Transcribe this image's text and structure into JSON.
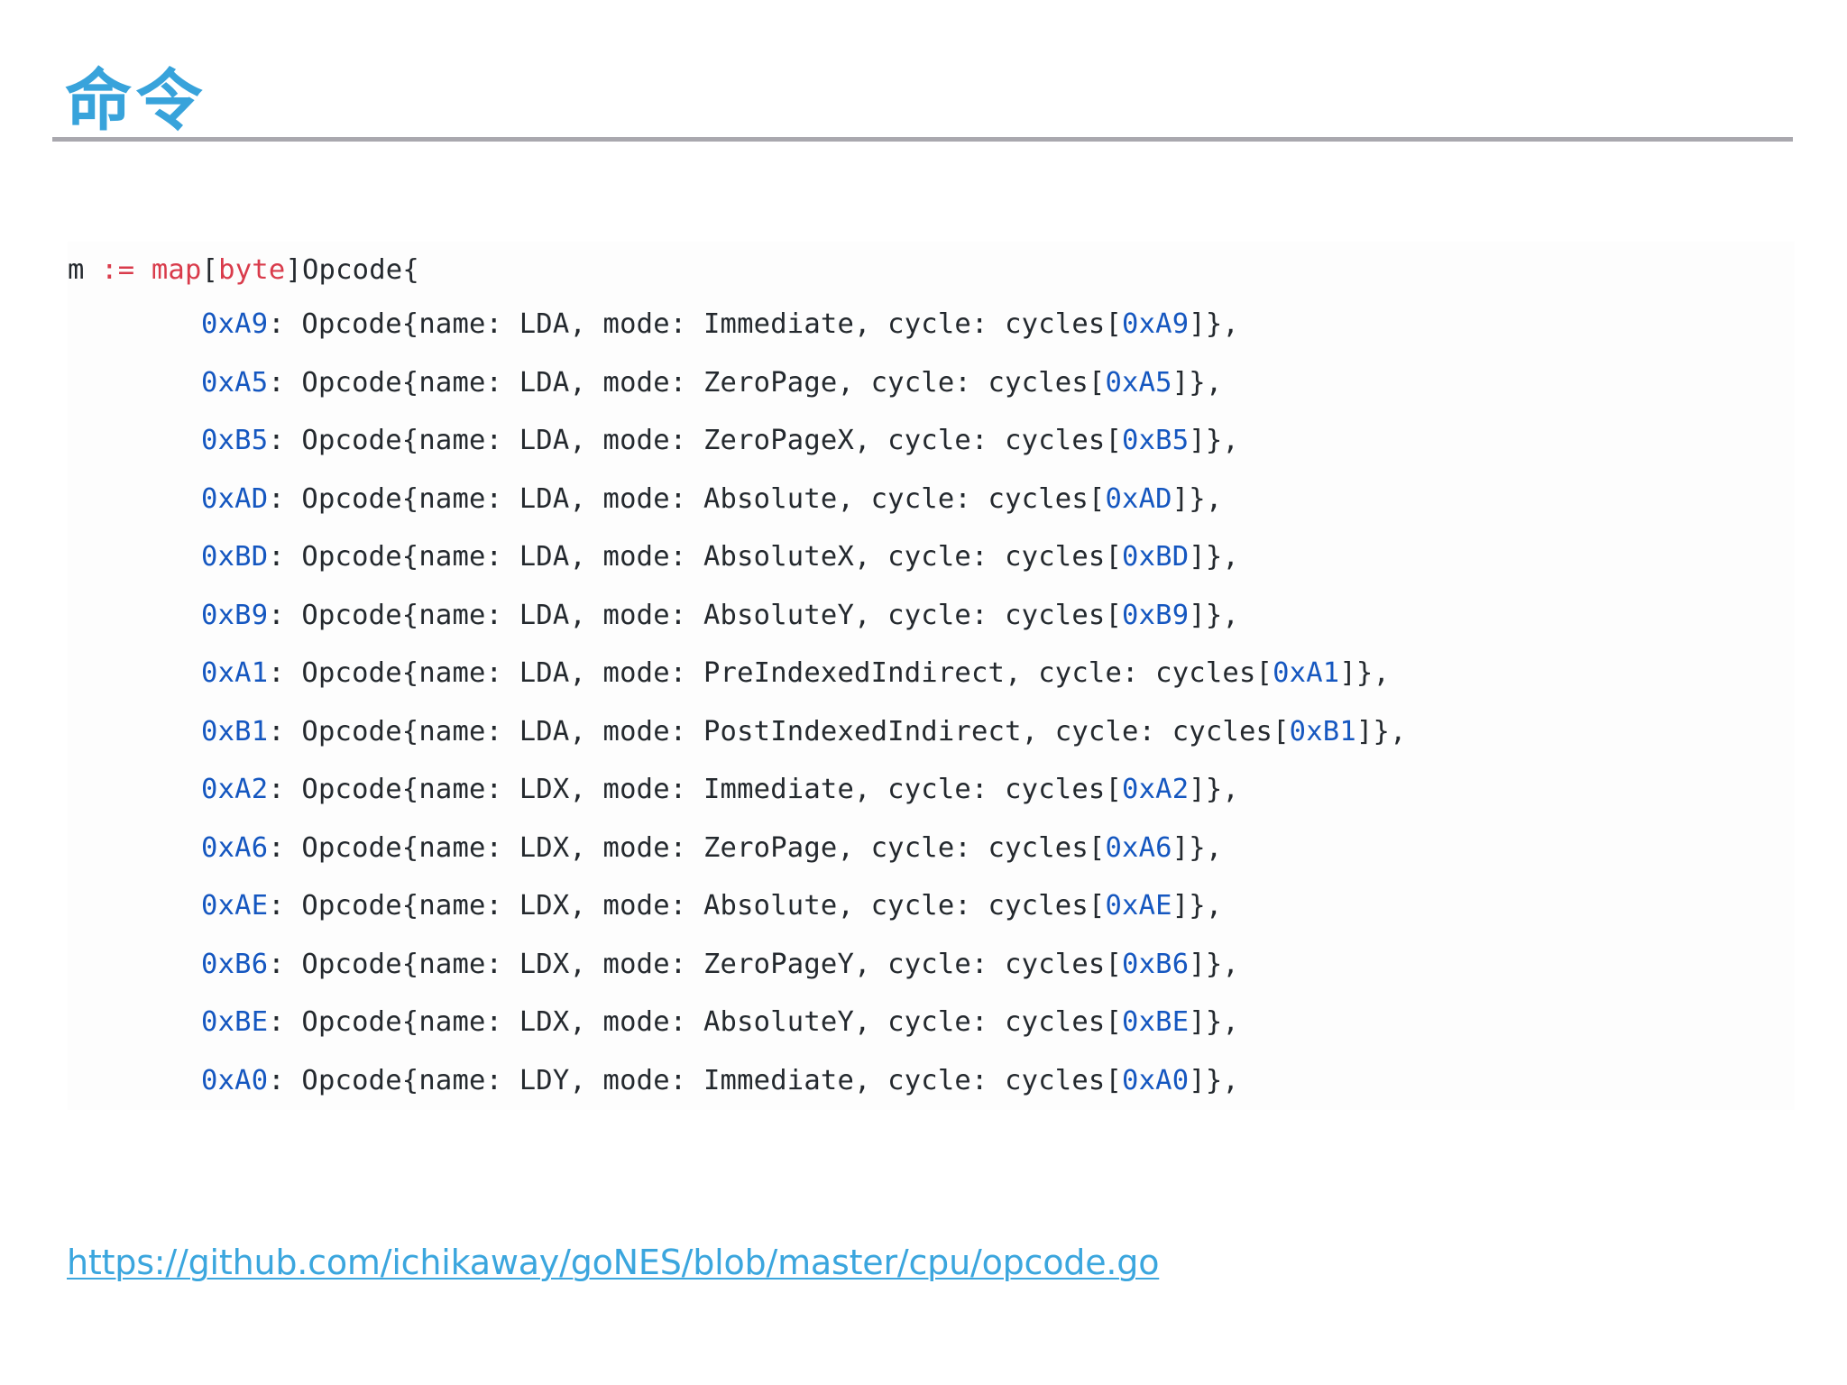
{
  "slide": {
    "title": "命令",
    "title_color": "#38a3db",
    "divider_color": "#a9a8ae",
    "background": "#ffffff"
  },
  "code": {
    "background": "#fdfdfd",
    "default_color": "#24292e",
    "keyword_color": "#d93b4b",
    "hex_color": "#1557c0",
    "header": {
      "var": "m",
      "assign": " := ",
      "map_kw": "map",
      "bracket_open": "[",
      "key_type": "byte",
      "bracket_close": "]",
      "value_type": "Opcode{"
    },
    "entry_prefix": ": Opcode{name: ",
    "mode_label": ", mode: ",
    "cycle_label": ", cycle: cycles[",
    "entry_suffix": "]},",
    "entries": [
      {
        "hex": "0xA9",
        "name": "LDA",
        "mode": "Immediate",
        "cycle_ref": "0xA9"
      },
      {
        "hex": "0xA5",
        "name": "LDA",
        "mode": "ZeroPage",
        "cycle_ref": "0xA5"
      },
      {
        "hex": "0xB5",
        "name": "LDA",
        "mode": "ZeroPageX",
        "cycle_ref": "0xB5"
      },
      {
        "hex": "0xAD",
        "name": "LDA",
        "mode": "Absolute",
        "cycle_ref": "0xAD"
      },
      {
        "hex": "0xBD",
        "name": "LDA",
        "mode": "AbsoluteX",
        "cycle_ref": "0xBD"
      },
      {
        "hex": "0xB9",
        "name": "LDA",
        "mode": "AbsoluteY",
        "cycle_ref": "0xB9"
      },
      {
        "hex": "0xA1",
        "name": "LDA",
        "mode": "PreIndexedIndirect",
        "cycle_ref": "0xA1"
      },
      {
        "hex": "0xB1",
        "name": "LDA",
        "mode": "PostIndexedIndirect",
        "cycle_ref": "0xB1"
      },
      {
        "hex": "0xA2",
        "name": "LDX",
        "mode": "Immediate",
        "cycle_ref": "0xA2"
      },
      {
        "hex": "0xA6",
        "name": "LDX",
        "mode": "ZeroPage",
        "cycle_ref": "0xA6"
      },
      {
        "hex": "0xAE",
        "name": "LDX",
        "mode": "Absolute",
        "cycle_ref": "0xAE"
      },
      {
        "hex": "0xB6",
        "name": "LDX",
        "mode": "ZeroPageY",
        "cycle_ref": "0xB6"
      },
      {
        "hex": "0xBE",
        "name": "LDX",
        "mode": "AbsoluteY",
        "cycle_ref": "0xBE"
      },
      {
        "hex": "0xA0",
        "name": "LDY",
        "mode": "Immediate",
        "cycle_ref": "0xA0"
      }
    ]
  },
  "footer": {
    "link_text": "https://github.com/ichikaway/goNES/blob/master/cpu/opcode.go",
    "link_color": "#3ba6de"
  }
}
